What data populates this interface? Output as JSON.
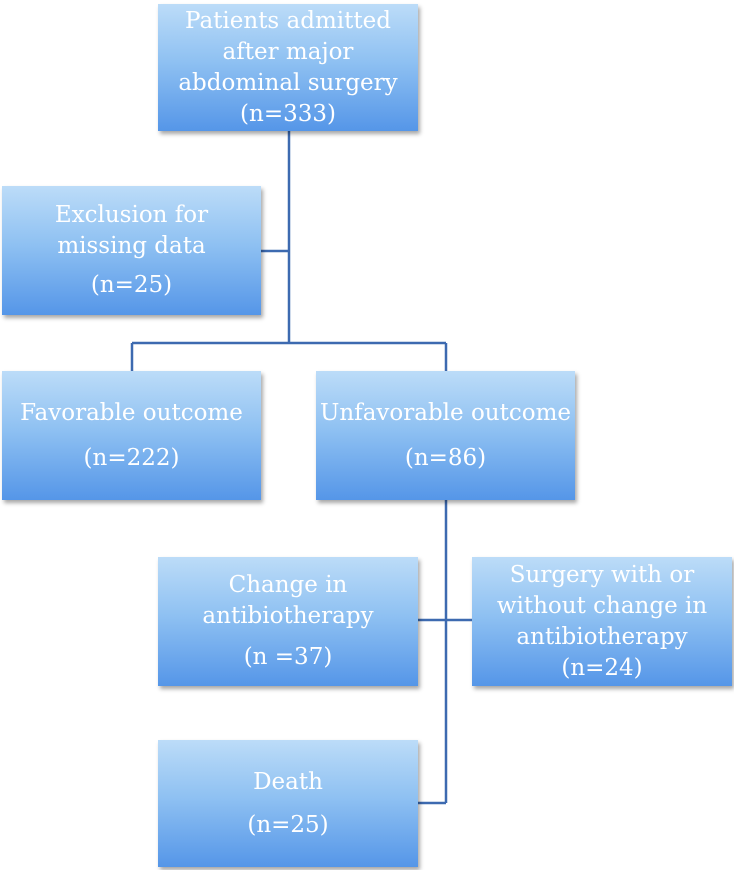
{
  "flowchart": {
    "patients": {
      "lines": [
        "Patients admitted",
        "after major",
        "abdominal surgery"
      ],
      "count": "(n=333)"
    },
    "exclusion": {
      "lines": [
        "Exclusion for",
        "missing data"
      ],
      "count": "(n=25)"
    },
    "favorable": {
      "lines": [
        "Favorable outcome"
      ],
      "count": "(n=222)"
    },
    "unfavorable": {
      "lines": [
        "Unfavorable outcome"
      ],
      "count": "(n=86)"
    },
    "change_antibiotherapy": {
      "lines": [
        "Change in",
        "antibiotherapy"
      ],
      "count": "(n =37)"
    },
    "surgery": {
      "lines": [
        "Surgery with or",
        "without change in",
        "antibiotherapy"
      ],
      "count": "(n=24)"
    },
    "death": {
      "lines": [
        "Death"
      ],
      "count": "(n=25)"
    }
  },
  "colors": {
    "box_top": "#bcdcf8",
    "box_bottom": "#5596e8",
    "connector": "#3d6ab0",
    "text": "#ffffff"
  }
}
